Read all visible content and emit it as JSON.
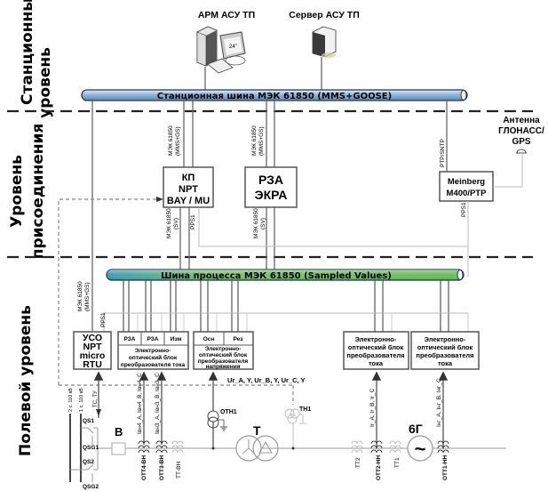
{
  "levels": {
    "station": [
      "Станционный",
      "уровень"
    ],
    "bay": [
      "Уровень",
      "присоединения"
    ],
    "field": "Полевой уровень"
  },
  "devices": {
    "arm": "АРМ АСУ ТП",
    "arm_screen": "24\"",
    "server": "Сервер АСУ ТП",
    "antenna": [
      "Антенна",
      "ГЛОНАСС/",
      "GPS"
    ]
  },
  "buses": {
    "station": "Станционная шина МЭК 61850 (MMS+GOOSE)",
    "process": "Шина процесса МЭК 61850 (Sampled Values)"
  },
  "boxes": {
    "kp": [
      "КП",
      "NPT",
      "BAY / MU"
    ],
    "rza": [
      "РЗА",
      "ЭКРА"
    ],
    "meinberg": [
      "Meinberg",
      "M400/PTP"
    ],
    "uso": [
      "УСО",
      "NPT",
      "micro",
      "RTU"
    ],
    "ct_block_hv": {
      "cells": [
        "РЗА",
        "РЗА",
        "Изм"
      ],
      "text": [
        "Электронно-",
        "оптический блок",
        "преобразователя тока"
      ]
    },
    "vt_block": {
      "cells": [
        "Осн",
        "Рез"
      ],
      "text": [
        "Электронно-",
        "оптический блок",
        "преобразователя",
        "напряжения"
      ]
    },
    "ct_block_2": [
      "Электронно-",
      "оптический блок",
      "преобразователя",
      "тока"
    ],
    "ct_block_1": [
      "Электронно-",
      "оптический блок",
      "преобразователя",
      "тока"
    ]
  },
  "link_labels": {
    "mms_gs": [
      "МЭК 61850",
      "(MMS+GS)"
    ],
    "sv": [
      "МЭК 61850",
      "(SV)"
    ],
    "pps": "PPS1",
    "ptp": "PTP/SNTP",
    "tc_tv": "ТС, ТУ"
  },
  "signals": {
    "ivn4": "Iвн4_A, Iвн4_B, Iвн4_C",
    "ivn3": "Iвн3_A, Iвн3_B, Iвн3_C",
    "ur": "Ur_A, Y, Ur_B, Y, Ur_C, Y",
    "ir": "Ir_A, Ir_B, Ir_C",
    "ing": "Iнг_A, Iнг_B, Iнг_C"
  },
  "equipment": {
    "bus2": "2 с. 110 кВ",
    "bus1": "1 с. 110 кВ",
    "qs1": "QS1",
    "qsg1": "QSG1",
    "qs2": "QS2",
    "qsg2": "QSG2",
    "breaker": "В",
    "ott4": "ОТТ4-ВН",
    "ott3": "ОТТ3-ВН",
    "tt_vn": "ТТ-ВН",
    "otn1": "ОТН1",
    "tn1": "ТН1",
    "transformer": "Т",
    "tt2": "ТТ2",
    "ott2": "ОТТ2-НН",
    "tt1": "ТТ1",
    "generator": "6Г",
    "gen_symbol": "~",
    "ott1": "ОТТ1-НН"
  },
  "colors": {
    "station_bus": "#8fb4d8",
    "process_bus": "#7cc46a",
    "divider": "#222222"
  }
}
